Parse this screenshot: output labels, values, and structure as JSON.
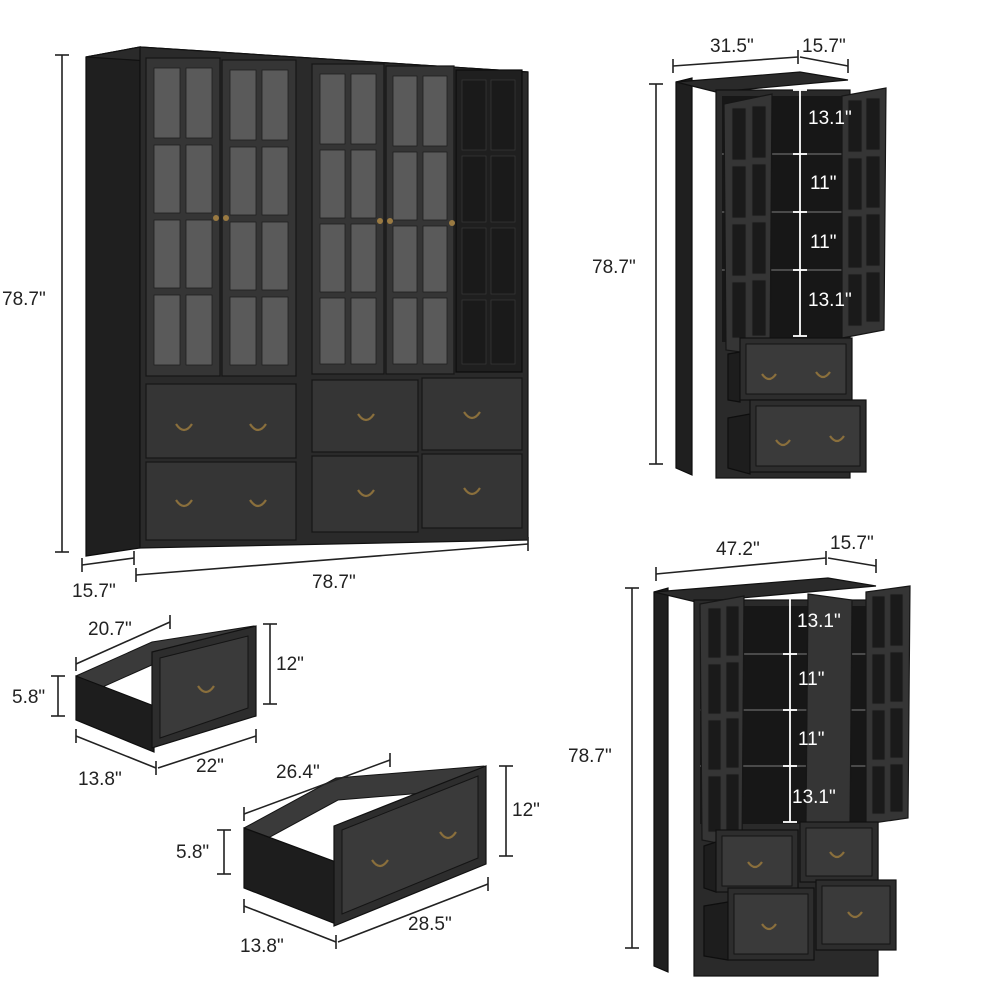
{
  "main_cabinet": {
    "height_label": "78.7\"",
    "depth_label": "15.7\"",
    "width_label": "78.7\""
  },
  "single_cabinet": {
    "width_label": "31.5\"",
    "depth_label": "15.7\"",
    "height_label": "78.7\"",
    "shelf_gaps": [
      "13.1\"",
      "11\"",
      "11\"",
      "13.1\""
    ]
  },
  "double_cabinet": {
    "width_label": "47.2\"",
    "depth_label": "15.7\"",
    "height_label": "78.7\"",
    "shelf_gaps": [
      "13.1\"",
      "11\"",
      "11\"",
      "13.1\""
    ]
  },
  "small_drawer": {
    "inner_width_label": "20.7\"",
    "front_height_label": "12\"",
    "side_height_label": "5.8\"",
    "depth_label": "13.8\"",
    "front_width_label": "22\""
  },
  "large_drawer": {
    "inner_width_label": "26.4\"",
    "front_height_label": "12\"",
    "side_height_label": "5.8\"",
    "depth_label": "13.8\"",
    "front_width_label": "28.5\""
  }
}
